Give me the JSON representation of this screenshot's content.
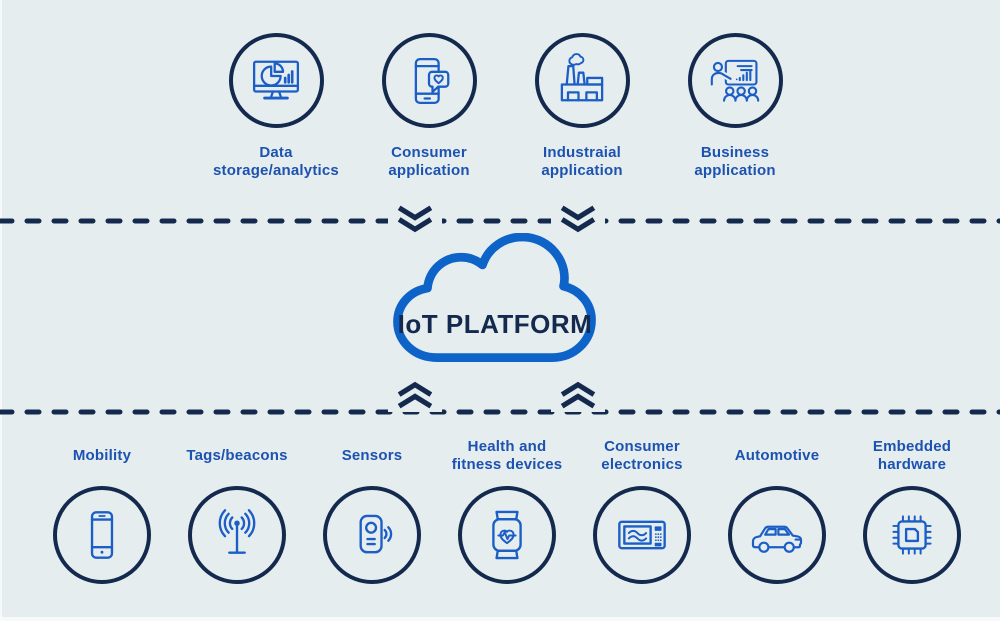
{
  "colors": {
    "bg": "#e6edef",
    "navy": "#14294e",
    "icon_blue": "#1b5ec5",
    "label_blue": "#1c52b0",
    "cloud_blue": "#0d63c8",
    "edge_white": "#fafdfd"
  },
  "platform": {
    "label": "IoT PLATFORM"
  },
  "top_row": {
    "items": [
      {
        "icon": "monitor-analytics-icon",
        "lines": [
          "Data",
          "storage/analytics"
        ]
      },
      {
        "icon": "phone-heart-icon",
        "lines": [
          "Consumer",
          "application"
        ]
      },
      {
        "icon": "factory-icon",
        "lines": [
          "Industraial",
          "application"
        ]
      },
      {
        "icon": "presentation-icon",
        "lines": [
          "Business",
          "application"
        ]
      }
    ]
  },
  "bottom_row": {
    "items": [
      {
        "icon": "smartphone-icon",
        "lines": [
          "Mobility"
        ]
      },
      {
        "icon": "beacon-antenna-icon",
        "lines": [
          "Tags/beacons"
        ]
      },
      {
        "icon": "motion-sensor-icon",
        "lines": [
          "Sensors"
        ]
      },
      {
        "icon": "smartwatch-icon",
        "lines": [
          "Health and",
          "fitness devices"
        ]
      },
      {
        "icon": "microwave-icon",
        "lines": [
          "Consumer",
          "electronics"
        ]
      },
      {
        "icon": "car-icon",
        "lines": [
          "Automotive"
        ]
      },
      {
        "icon": "chip-icon",
        "lines": [
          "Embedded",
          "hardware"
        ]
      }
    ]
  }
}
